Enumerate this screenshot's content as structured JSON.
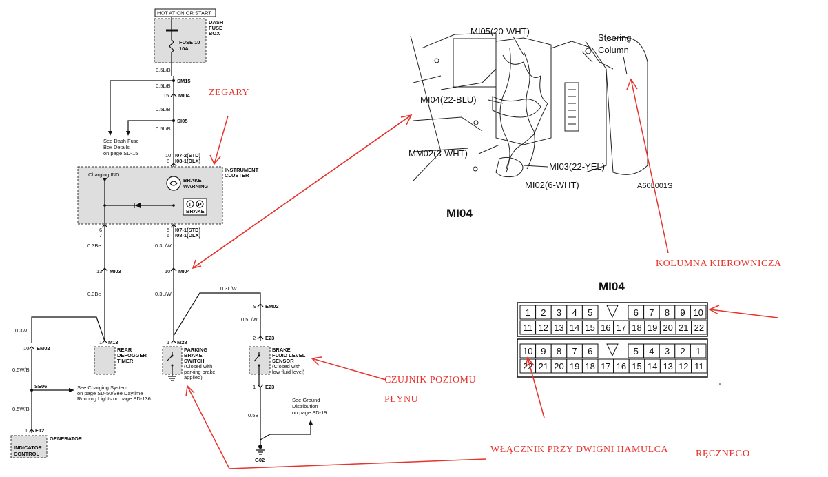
{
  "colors": {
    "annotation": "#e8322b",
    "wire": "#111111",
    "component_fill": "#dedede"
  },
  "schematic": {
    "hot_label": "HOT AT ON OR START",
    "fuse_box_label": [
      "DASH",
      "FUSE",
      "BOX"
    ],
    "fuse": [
      "FUSE 10",
      "10A"
    ],
    "wire_05lb_1": "0.5L/B",
    "sm15": "SM15",
    "wire_05lb_2": "0.5L/B",
    "mi04_top_pin": "15",
    "mi04_top": "MI04",
    "wire_05lb_3": "0.5L/B",
    "si05": "SI05",
    "wire_05lb_4": "0.5L/B",
    "see_dash_fuse": [
      "See Dash Fuse",
      "Box Details",
      "on page SD-15"
    ],
    "i07_2_pin": "10",
    "i07_2": "I07-2(STD)",
    "i08_1_pin": "8",
    "i08_1": "I08-1(DLX)",
    "instrument_cluster": [
      "INSTRUMENT",
      "CLUSTER"
    ],
    "charging_ind": "Charging IND",
    "brake_warning": [
      "BRAKE",
      "WARNING"
    ],
    "brake_icons": [
      "!",
      "P"
    ],
    "brake_box": "BRAKE",
    "left_pins": [
      "6",
      "7"
    ],
    "right_pins": [
      "5",
      "6"
    ],
    "i07_1": "I07-1(STD)",
    "i08_1b": "I08-1(DLX)",
    "wire_03be_1": "0.3Be",
    "wire_03lw_1": "0.3L/W",
    "mi03_pin": "13",
    "mi03": "MI03",
    "mi04_mid_pin": "10",
    "mi04_mid": "MI04",
    "wire_03be_2": "0.3Be",
    "wire_03lw_2": "0.3L/W",
    "wire_03lw_3": "0.3L/W",
    "wire_03w": "0.3W",
    "em02_left_pin": "10",
    "em02_left": "EM02",
    "m13_pin": "1",
    "m13": "M13",
    "rear_defogger": [
      "REAR",
      "DEFOGGER",
      "TIMER"
    ],
    "m28_pin": "1",
    "m28": "M28",
    "parking_brake": [
      "PARKING",
      "BRAKE",
      "SWITCH",
      "(Closed with",
      "parking brake",
      "applied)"
    ],
    "em02_right_pin": "9",
    "em02_right": "EM02",
    "wire_05lw": "0.5L/W",
    "e23_top_pin": "2",
    "e23_top": "E23",
    "brake_fluid": [
      "BRAKE",
      "FLUID LEVEL",
      "SENSOR",
      "(Closed with",
      "low fluid level)"
    ],
    "e23_bot_pin": "1",
    "e23_bot": "E23",
    "wire_05wb_1": "0.5W/B",
    "se06": "SE06",
    "see_charging": [
      "See Charging System",
      "on page SD-50/See Daytime",
      "Running Lights on page SD-136"
    ],
    "wire_05wb_2": "0.5W/B",
    "wire_05b": "0.5B",
    "see_ground": [
      "See Ground",
      "Distribution",
      "on page SD-19"
    ],
    "e12_pin": "1",
    "e12": "E12",
    "generator": "GENERATOR",
    "indicator_control": [
      "INDICATOR",
      "CONTROL"
    ],
    "g02": "G02"
  },
  "photo": {
    "mi05": "MI05(20-WHT)",
    "steering": [
      "Steering",
      "Column"
    ],
    "mi04": "MI04(22-BLU)",
    "mm02": "MM02(3-WHT)",
    "mi03": "MI03(22-YEL)",
    "mi02": "MI02(6-WHT)",
    "code": "A60L001S",
    "title": "MI04"
  },
  "connector": {
    "title": "MI04",
    "top_row_1": [
      "1",
      "2",
      "3",
      "4",
      "5",
      "6",
      "7",
      "8",
      "9",
      "10"
    ],
    "top_row_2": [
      "11",
      "12",
      "13",
      "14",
      "15",
      "16",
      "17",
      "18",
      "19",
      "20",
      "21",
      "22"
    ],
    "bot_row_1": [
      "10",
      "9",
      "8",
      "7",
      "6",
      "5",
      "4",
      "3",
      "2",
      "1"
    ],
    "bot_row_2": [
      "22",
      "21",
      "20",
      "19",
      "18",
      "17",
      "16",
      "15",
      "14",
      "13",
      "12",
      "11"
    ]
  },
  "annotations": {
    "zegary": "ZEGARY",
    "kolumna": "KOLUMNA KIEROWNICZA",
    "czujnik": [
      "CZUJNIK POZIOMU",
      "PŁYNU"
    ],
    "wlacznik": "WŁĄCZNIK PRZY DWIGNI HAMULCA",
    "recznego": "RĘCZNEGO"
  }
}
